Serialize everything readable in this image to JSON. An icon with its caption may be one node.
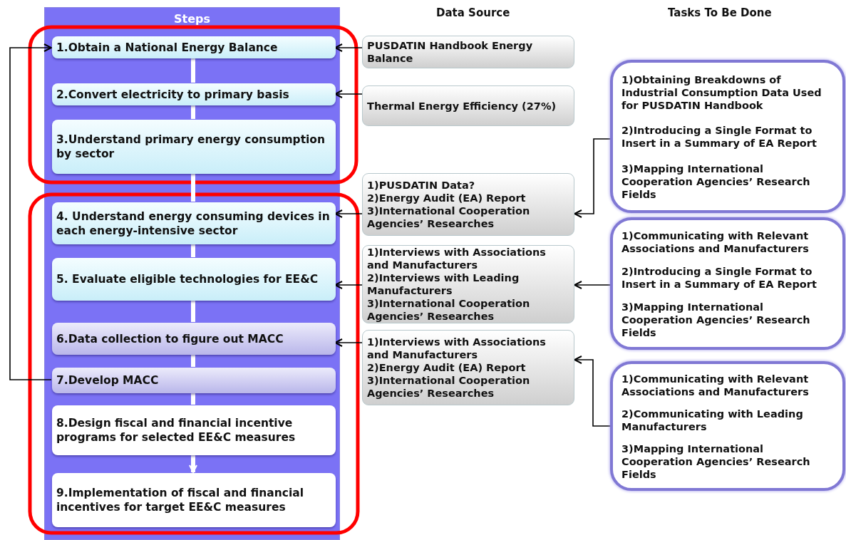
{
  "diagram": {
    "nodes": [
      {
        "text": [
          "Steps"
        ]
      },
      {
        "text": [
          "1.Obtain a National Energy Balance"
        ],
        "in": 0
      },
      {
        "text": [
          "2.Convert electricity to primary basis"
        ],
        "in": 0
      },
      {
        "text": [
          "3.Understand primary energy consumption by sector"
        ],
        "in": 0
      },
      {
        "text": [
          "4. Understand energy consuming devices in each energy-intensive sector"
        ],
        "in": 0
      },
      {
        "text": [
          "5. Evaluate eligible technologies for EE&C"
        ],
        "in": 0
      },
      {
        "text": [
          "6.Data collection to figure out MACC"
        ],
        "in": 0
      },
      {
        "text": [
          "7.Develop MACC"
        ],
        "in": 0
      },
      {
        "text": [
          "8.Design fiscal and financial incentive programs for selected EE&C measures"
        ],
        "in": 0
      },
      {
        "text": [
          "9.Implementation of fiscal and financial incentives for target EE&C measures"
        ],
        "in": 0
      },
      {
        "text": [
          "PUSDATIN Handbook Energy Balance"
        ]
      },
      {
        "text": [
          "Thermal Energy Efficiency (27%)"
        ]
      },
      {
        "text": [
          "1)PUSDATIN Data?",
          "2)Energy Audit (EA) Report",
          "3)International Cooperation Agencies’ Researches"
        ]
      },
      {
        "text": [
          "1)Interviews with Associations and Manufacturers",
          "2)Interviews with Leading Manufacturers",
          "3)International Cooperation Agencies’ Researches"
        ]
      },
      {
        "text": [
          "1)Interviews with Associations and Manufacturers",
          "2)Energy Audit (EA) Report",
          "3)International Cooperation Agencies’ Researches"
        ]
      },
      {
        "text": [
          "1)Obtaining Breakdowns of Industrial Consumption Data Used for PUSDATIN Handbook",
          "2)Introducing a Single Format to Insert in a Summary of EA Report",
          "3)Mapping International Cooperation Agencies’ Research Fields"
        ]
      },
      {
        "text": [
          "1)Communicating with Relevant Associations and Manufacturers",
          "2)Introducing a Single Format to Insert in a Summary of EA Report",
          "3)Mapping International Cooperation Agencies’ Research Fields"
        ]
      },
      {
        "text": [
          "1)Communicating with Relevant Associations and Manufacturers",
          "2)Communicating with Leading Manufacturers",
          "3)Mapping International Cooperation Agencies’ Research Fields"
        ]
      }
    ],
    "edges": [
      {
        "from": 10,
        "to": 1,
        "arrow": "to"
      },
      {
        "from": 11,
        "to": 2,
        "arrow": "to"
      },
      {
        "from": 12,
        "to": 4,
        "arrow": "to"
      },
      {
        "from": 13,
        "to": 5,
        "arrow": "to"
      },
      {
        "from": 14,
        "to": 6,
        "arrow": "to"
      },
      {
        "from": 15,
        "to": 12,
        "arrow": "to"
      },
      {
        "from": 16,
        "to": 13,
        "arrow": "to"
      },
      {
        "from": 17,
        "to": 14,
        "arrow": "to"
      },
      {
        "from": 7,
        "to": 1,
        "arrow": "to"
      },
      {
        "from": 1,
        "to": 2,
        "arrow": "none",
        "style": "thick",
        "color": "#ffffff"
      },
      {
        "from": 2,
        "to": 3,
        "arrow": "none",
        "style": "thick",
        "color": "#ffffff"
      },
      {
        "from": 3,
        "to": 4,
        "arrow": "none",
        "style": "thick",
        "color": "#ffffff"
      },
      {
        "from": 4,
        "to": 5,
        "arrow": "none",
        "style": "thick",
        "color": "#ffffff"
      },
      {
        "from": 5,
        "to": 6,
        "arrow": "none",
        "style": "thick",
        "color": "#ffffff"
      },
      {
        "from": 6,
        "to": 7,
        "arrow": "none",
        "style": "thick",
        "color": "#ffffff"
      },
      {
        "from": 7,
        "to": 8,
        "arrow": "none",
        "style": "thick",
        "color": "#ffffff"
      },
      {
        "from": 8,
        "to": 9,
        "arrow": "to",
        "style": "thick",
        "color": "#ffffff"
      }
    ],
    "labels": [
      "Data Source",
      "Tasks To Be Done"
    ]
  }
}
